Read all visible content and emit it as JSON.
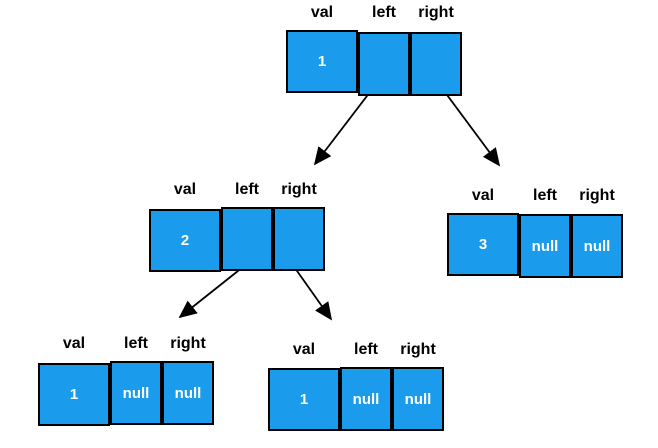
{
  "diagram": {
    "type": "binary-tree-node-structure",
    "headers": [
      "val",
      "left",
      "right"
    ],
    "nodes": [
      {
        "id": "node-1",
        "val": "1",
        "left": "",
        "right": ""
      },
      {
        "id": "node-2",
        "val": "2",
        "left": "",
        "right": ""
      },
      {
        "id": "node-3",
        "val": "3",
        "left": "null",
        "right": "null"
      },
      {
        "id": "node-4",
        "val": "1",
        "left": "null",
        "right": "null"
      },
      {
        "id": "node-5",
        "val": "1",
        "left": "null",
        "right": "null"
      }
    ],
    "edges": [
      {
        "from": "node-1.left",
        "to": "node-2"
      },
      {
        "from": "node-1.right",
        "to": "node-3"
      },
      {
        "from": "node-2.left",
        "to": "node-4"
      },
      {
        "from": "node-2.right",
        "to": "node-5"
      }
    ],
    "colors": {
      "cell_fill": "#1a9beb",
      "cell_border": "#000000",
      "value_text": "#ffffff",
      "header_text": "#000000",
      "arrow": "#000000"
    }
  }
}
